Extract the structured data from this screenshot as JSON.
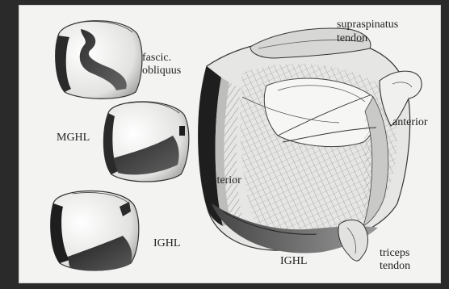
{
  "labels": {
    "fascic_line1": "fascic.",
    "fascic_line2": "obliquus",
    "mghl": "MGHL",
    "ighl_small": "IGHL",
    "supraspinatus_line1": "supraspinatus",
    "supraspinatus_line2": "tendon",
    "anterior": "anterior",
    "posterior": "posterior",
    "ighl_main": "IGHL",
    "triceps_line1": "triceps",
    "triceps_line2": "tendon"
  },
  "colors": {
    "background": "#2a2a2a",
    "paper": "#f3f3f1",
    "ink": "#222222",
    "shade_dark": "#3a3a3a",
    "shade_mid": "#8a8a8a",
    "shade_light": "#cfcfcf"
  }
}
